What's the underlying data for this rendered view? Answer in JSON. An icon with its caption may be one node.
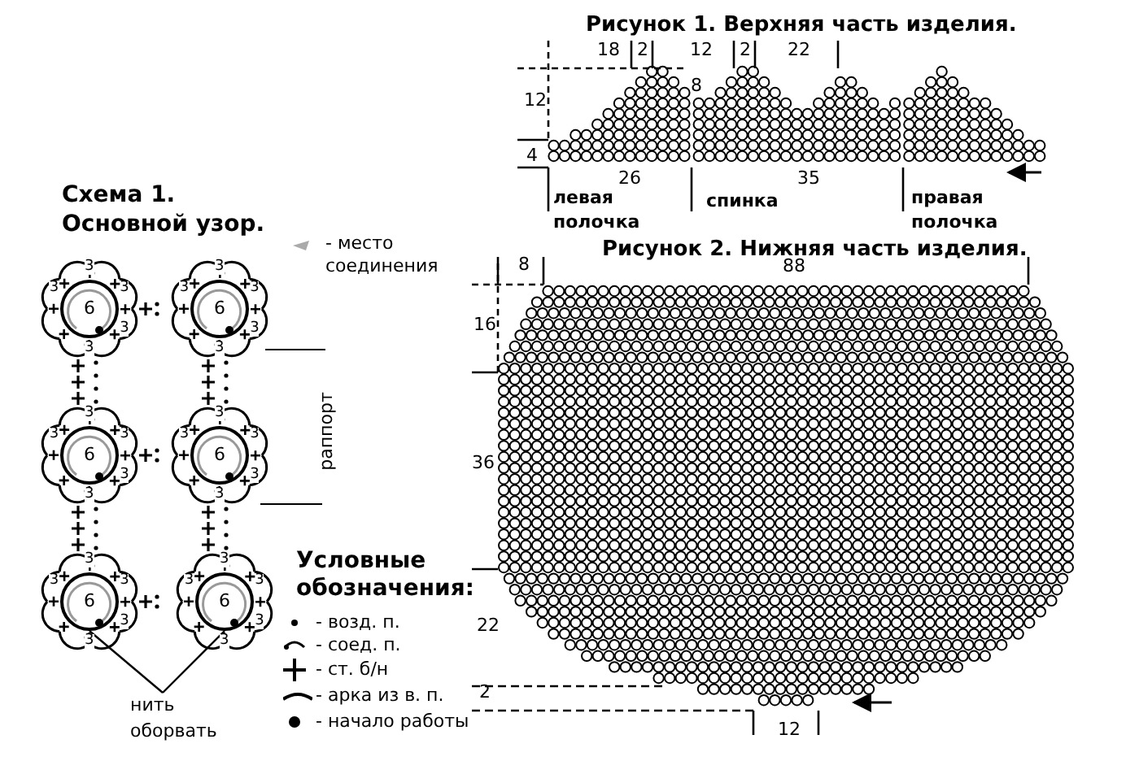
{
  "diagram": {
    "nodes": [
      {
        "text": [
          "6"
        ],
        "beside": [
          "3",
          "3",
          "3",
          "3",
          "3"
        ]
      },
      {
        "text": [
          "6"
        ],
        "beside": [
          "3",
          "3",
          "3",
          "3",
          "3"
        ]
      },
      {
        "text": [
          "6"
        ],
        "beside": [
          "3",
          "3",
          "3",
          "3",
          "3"
        ]
      },
      {
        "text": [
          "6"
        ],
        "beside": [
          "3",
          "3",
          "3",
          "3",
          "3"
        ]
      },
      {
        "text": [
          "6"
        ],
        "beside": [
          "3",
          "3",
          "3",
          "3",
          "3"
        ]
      },
      {
        "text": [
          "6"
        ],
        "beside": [
          "3",
          "3",
          "3",
          "3",
          "3"
        ]
      },
      {
        "text": [
          "нить оборвать"
        ]
      }
    ],
    "edges": [
      {
        "from": 6,
        "to": 4,
        "arrow": "none"
      },
      {
        "from": 6,
        "to": 5,
        "arrow": "none"
      }
    ],
    "labels": [
      "Рисунок 1. Верхняя часть изделия.",
      "18",
      "2",
      "12",
      "2",
      "22",
      "8",
      "12",
      "4",
      "26",
      "35",
      "левая полочка",
      "спинка",
      "правая полочка",
      "Схема 1.",
      "Основной узор.",
      "Рисунок 2. Нижняя часть изделия.",
      "8",
      "88",
      "16",
      "раппорт",
      "36",
      "Условные обозначения:",
      "22",
      "2",
      "12"
    ],
    "legend": [
      {
        "text": "- место соединения"
      },
      {
        "text": "- возд. п."
      },
      {
        "text": "- соед. п."
      },
      {
        "text": "- ст. б/н"
      },
      {
        "text": "- арка из в. п."
      },
      {
        "text": "- начало работы"
      }
    ]
  }
}
